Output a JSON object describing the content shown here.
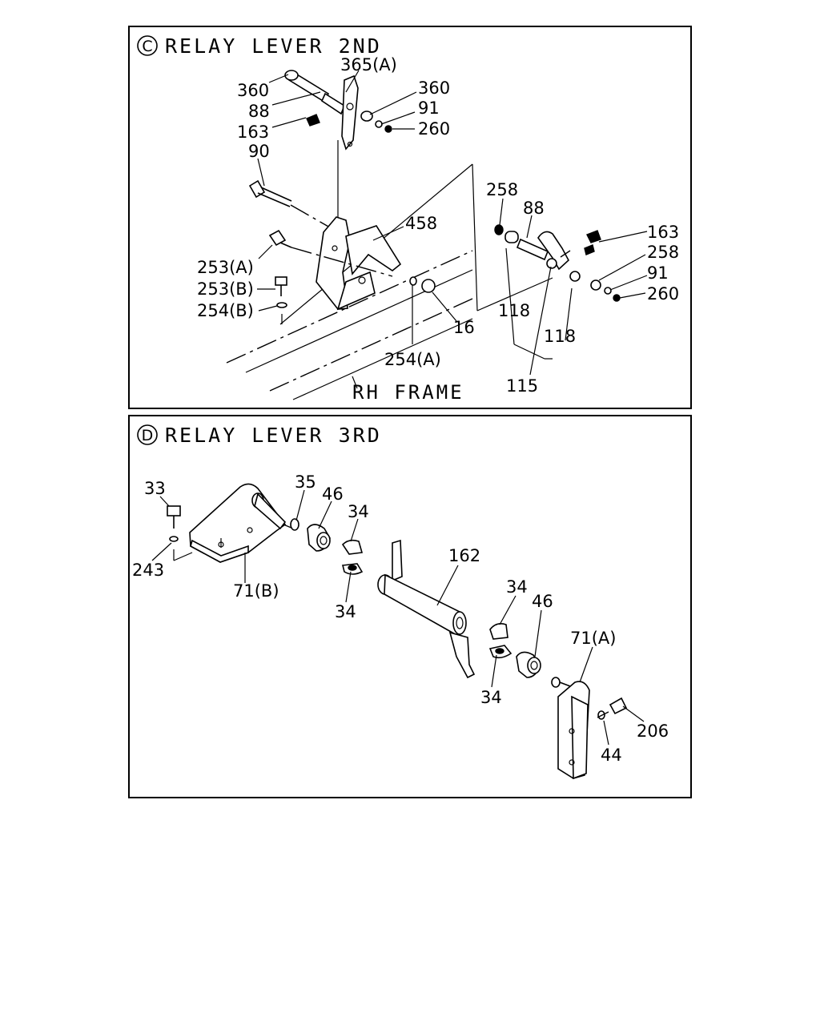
{
  "sections": {
    "c": {
      "badge": "C",
      "title": "RELAY LEVER 2ND",
      "frame_label": "RH FRAME",
      "callouts": [
        "360",
        "88",
        "163",
        "90",
        "365(A)",
        "360",
        "91",
        "260",
        "458",
        "253(A)",
        "253(B)",
        "254(B)",
        "254(A)",
        "16",
        "258",
        "88",
        "163",
        "258",
        "91",
        "260",
        "118",
        "118",
        "115"
      ]
    },
    "d": {
      "badge": "D",
      "title": "RELAY LEVER 3RD",
      "callouts": [
        "33",
        "243",
        "35",
        "46",
        "34",
        "34",
        "71(B)",
        "162",
        "34",
        "46",
        "34",
        "71(A)",
        "206",
        "44"
      ]
    }
  }
}
